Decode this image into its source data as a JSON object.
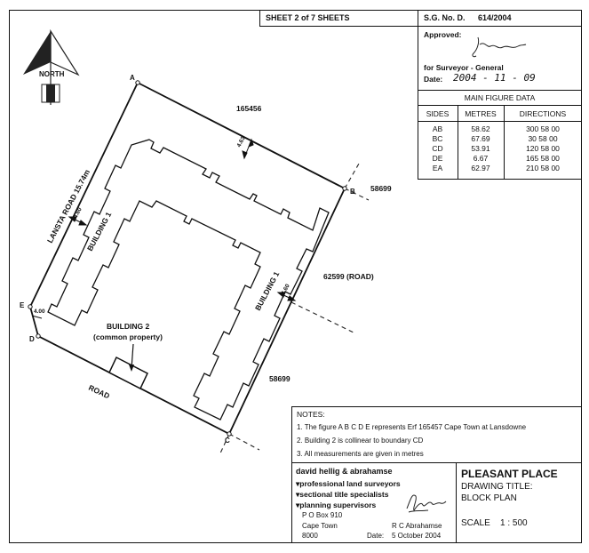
{
  "header": {
    "sheet": "SHEET 2 of 7 SHEETS",
    "sg_label": "S.G. No. D.",
    "sg_number": "614/2004"
  },
  "approval": {
    "approved_label": "Approved:",
    "for_label": "for Surveyor - General",
    "date_label": "Date:",
    "date_value": "2004 - 11 - 09"
  },
  "figure_data": {
    "title": "MAIN FIGURE DATA",
    "headers": [
      "SIDES",
      "METRES",
      "DIRECTIONS"
    ],
    "rows": [
      {
        "side": "AB",
        "metres": "58.62",
        "direction": "300 58 00"
      },
      {
        "side": "BC",
        "metres": "67.69",
        "direction": "30 58 00"
      },
      {
        "side": "CD",
        "metres": "53.91",
        "direction": "120 58 00"
      },
      {
        "side": "DE",
        "metres": "6.67",
        "direction": "165 58 00"
      },
      {
        "side": "EA",
        "metres": "62.97",
        "direction": "210 58 00"
      }
    ]
  },
  "drawing": {
    "north": "NORTH",
    "points": {
      "a": "A",
      "b": "B",
      "c": "C",
      "d": "D",
      "e": "E"
    },
    "erf_top": "165456",
    "erf_right_top": "58699",
    "erf_road": "62599 (ROAD)",
    "erf_right_bottom": "58699",
    "lansta_road": "LANSTA ROAD 15.74m",
    "road": "ROAD",
    "building1": "BUILDING 1",
    "building2_line1": "BUILDING 2",
    "building2_line2": "(common property)",
    "dim_top": "4.63",
    "dim_left": "4.60",
    "dim_right": "4.60",
    "dim_bottom_left": "4.00"
  },
  "notes": {
    "title": "NOTES:",
    "items": [
      "1. The figure A B C D E represents Erf 165457 Cape Town at Lansdowne",
      "2. Building 2 is collinear to boundary CD",
      "3. All measurements are given in metres"
    ]
  },
  "firm": {
    "name": "david hellig & abrahamse",
    "services": [
      "professional land surveyors",
      "sectional title specialists",
      "planning supervisors"
    ],
    "address": [
      "P O Box 910",
      "Cape Town",
      "8000"
    ],
    "surveyor": "R C Abrahamse",
    "date_label": "Date:",
    "date_value": "5 October 2004"
  },
  "project": {
    "name": "PLEASANT PLACE",
    "drawing_title_label": "DRAWING TITLE:",
    "drawing_title": "BLOCK PLAN",
    "scale_label": "SCALE",
    "scale_value": "1 : 500"
  }
}
